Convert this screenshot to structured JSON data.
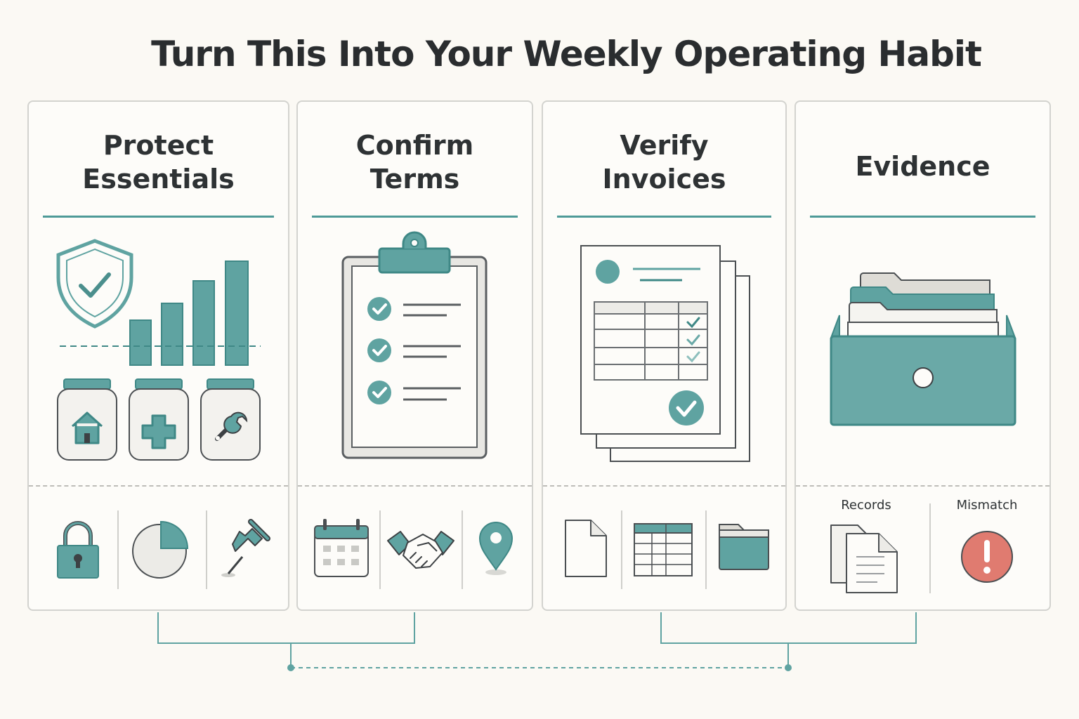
{
  "title": "Turn This Into Your Weekly Operating Habit",
  "colors": {
    "teal": "#5fa3a1",
    "teal_dark": "#3f8886",
    "outline": "#4b4f52",
    "alert": "#e07b70"
  },
  "panels": [
    {
      "title": "Protect\nEssentials",
      "icons": [
        "shield-check-icon",
        "bar-chart-icon",
        "home-jar-icon",
        "medical-jar-icon",
        "wrench-jar-icon"
      ],
      "footer_icons": [
        "lock-icon",
        "pie-chart-icon",
        "pushpin-icon"
      ]
    },
    {
      "title": "Confirm\nTerms",
      "icons": [
        "clipboard-checklist-icon"
      ],
      "footer_icons": [
        "calendar-icon",
        "handshake-icon",
        "location-pin-icon"
      ]
    },
    {
      "title": "Verify\nInvoices",
      "icons": [
        "invoice-stack-icon"
      ],
      "footer_icons": [
        "document-icon",
        "spreadsheet-icon",
        "folder-icon"
      ]
    },
    {
      "title": "Evidence",
      "icons": [
        "file-box-icon"
      ],
      "footer_icons": [
        "records-icon",
        "alert-icon"
      ],
      "footer_labels": [
        "Records",
        "Mismatch"
      ]
    }
  ]
}
